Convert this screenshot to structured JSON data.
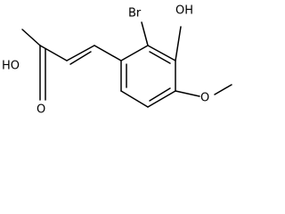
{
  "molecule": {
    "atom_labels": {
      "bromine": "Br",
      "hydroxyl": "OH",
      "acid_hydroxyl": "HO",
      "methoxy_oxygen": "O",
      "carbonyl_oxygen": "O"
    }
  },
  "colors": {
    "bond": "#000000",
    "background": "#ffffff"
  }
}
